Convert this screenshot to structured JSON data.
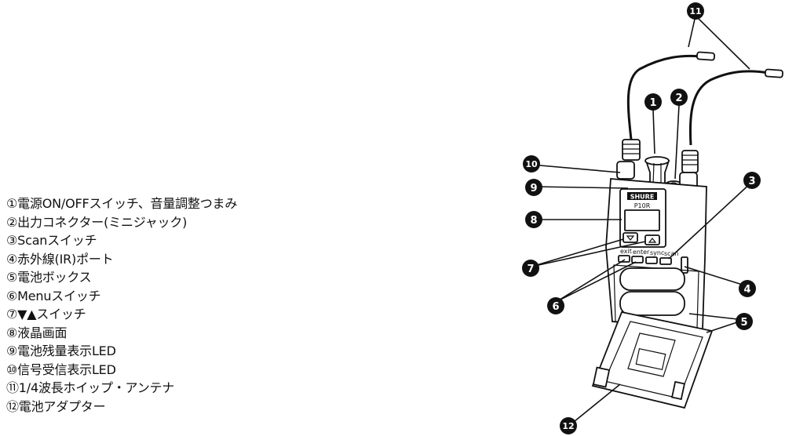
{
  "legend": [
    "①電源ON/OFFスイッチ、音量調整つまみ",
    "②出力コネクター(ミニジャック)",
    "③Scanスイッチ",
    "④赤外線(IR)ポート",
    "⑤電池ボックス",
    "⑥Menuスイッチ",
    "⑦▼▲スイッチ",
    "⑧液晶画面",
    "⑨電池残量表示LED",
    "⑩信号受信表示LED",
    "⑪1/4波長ホイップ・アンテナ",
    "⑫電池アダプター"
  ],
  "callouts": [
    "1",
    "2",
    "3",
    "4",
    "5",
    "6",
    "7",
    "8",
    "9",
    "10",
    "11",
    "12"
  ],
  "device": {
    "brand": "SHURE",
    "model": "P10R",
    "buttons": [
      "exit",
      "enter",
      "sync",
      "scan"
    ]
  }
}
